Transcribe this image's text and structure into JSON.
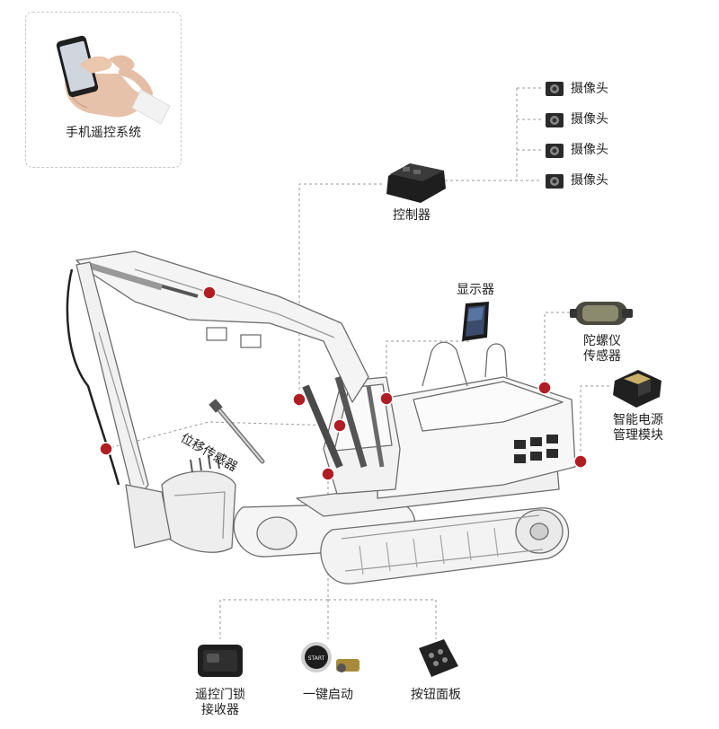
{
  "phone_card": {
    "label": "手机遥控系统",
    "icon": "hand-holding-phone"
  },
  "cameras": [
    {
      "label": "摄像头",
      "icon": "camera-icon"
    },
    {
      "label": "摄像头",
      "icon": "camera-icon"
    },
    {
      "label": "摄像头",
      "icon": "camera-icon"
    },
    {
      "label": "摄像头",
      "icon": "camera-icon"
    }
  ],
  "controller": {
    "label": "控制器"
  },
  "display": {
    "label": "显示器"
  },
  "gyro": {
    "label_line1": "陀螺仪",
    "label_line2": "传感器"
  },
  "power": {
    "label_line1": "智能电源",
    "label_line2": "管理模块"
  },
  "displacement": {
    "label": "位移传感器"
  },
  "bottom_items": [
    {
      "line1": "遥控门锁",
      "line2": "接收器"
    },
    {
      "line1": "一键启动",
      "line2": ""
    },
    {
      "line1": "按钮面板",
      "line2": ""
    }
  ],
  "colors": {
    "marker": "#b01e23",
    "line": "#9a9a9a",
    "sketch": "#6c6c6c",
    "dark": "#2b2b2b"
  }
}
